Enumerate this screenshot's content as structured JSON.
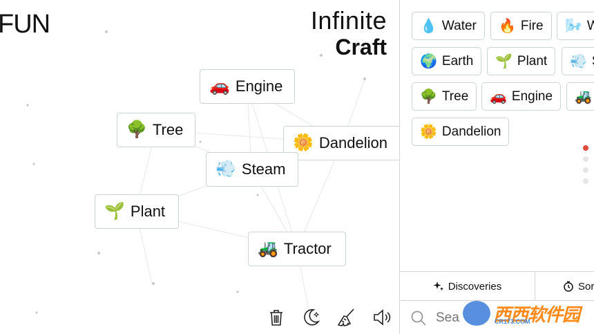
{
  "brand": {
    "fun": "FUN",
    "title_line1": "Infinite",
    "title_line2": "Craft"
  },
  "canvas_elements": [
    {
      "emoji": "🚗",
      "label": "Engine"
    },
    {
      "emoji": "🌳",
      "label": "Tree"
    },
    {
      "emoji": "🌼",
      "label": "Dandelion"
    },
    {
      "emoji": "💨",
      "label": "Steam"
    },
    {
      "emoji": "🌱",
      "label": "Plant"
    },
    {
      "emoji": "🚜",
      "label": "Tractor"
    }
  ],
  "toolbar": {
    "icons": [
      "trash-icon",
      "moon-icon",
      "broom-icon",
      "speaker-icon"
    ]
  },
  "sidebar": {
    "items": [
      {
        "emoji": "💧",
        "label": "Water"
      },
      {
        "emoji": "🔥",
        "label": "Fire"
      },
      {
        "emoji": "🌬️",
        "label": "W"
      },
      {
        "emoji": "🌍",
        "label": "Earth"
      },
      {
        "emoji": "🌱",
        "label": "Plant"
      },
      {
        "emoji": "💨",
        "label": "S"
      },
      {
        "emoji": "🌳",
        "label": "Tree"
      },
      {
        "emoji": "🚗",
        "label": "Engine"
      },
      {
        "emoji": "🚜",
        "label": ""
      },
      {
        "emoji": "🌼",
        "label": "Dandelion"
      }
    ],
    "tabs": {
      "discoveries": "Discoveries",
      "sort": "Sor"
    },
    "search": {
      "placeholder": "Sea"
    },
    "accent_color": "#e04a3a"
  },
  "watermark": {
    "text": "西西软件园",
    "sub": "CR173.COM"
  }
}
